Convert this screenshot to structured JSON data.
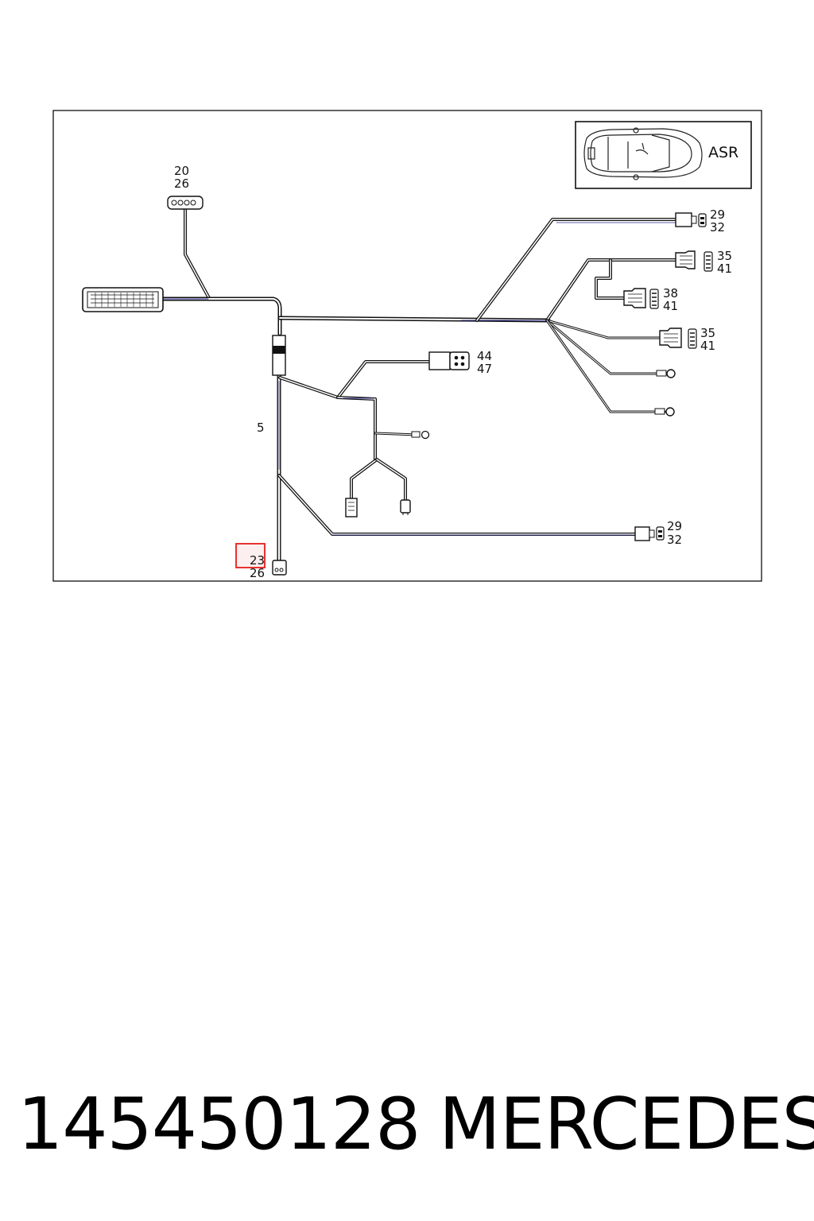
{
  "inset": {
    "label": "ASR"
  },
  "callouts": {
    "c_20_26": [
      "20",
      "26"
    ],
    "c_29_32_top": [
      "29",
      "32"
    ],
    "c_35_41_a": [
      "35",
      "41"
    ],
    "c_38_41": [
      "38",
      "41"
    ],
    "c_35_41_b": [
      "35",
      "41"
    ],
    "c_44_47": [
      "44",
      "47"
    ],
    "c_5": "5",
    "c_29_32_bottom": [
      "29",
      "32"
    ],
    "c_23_26": [
      "23",
      "26"
    ]
  },
  "footer": {
    "part_number": "145450128",
    "brand": "MERCEDES"
  },
  "colors": {
    "wire_dark": "#1a1a2e",
    "wire_blue": "#2a2a8a",
    "highlight": "#e8322f"
  }
}
